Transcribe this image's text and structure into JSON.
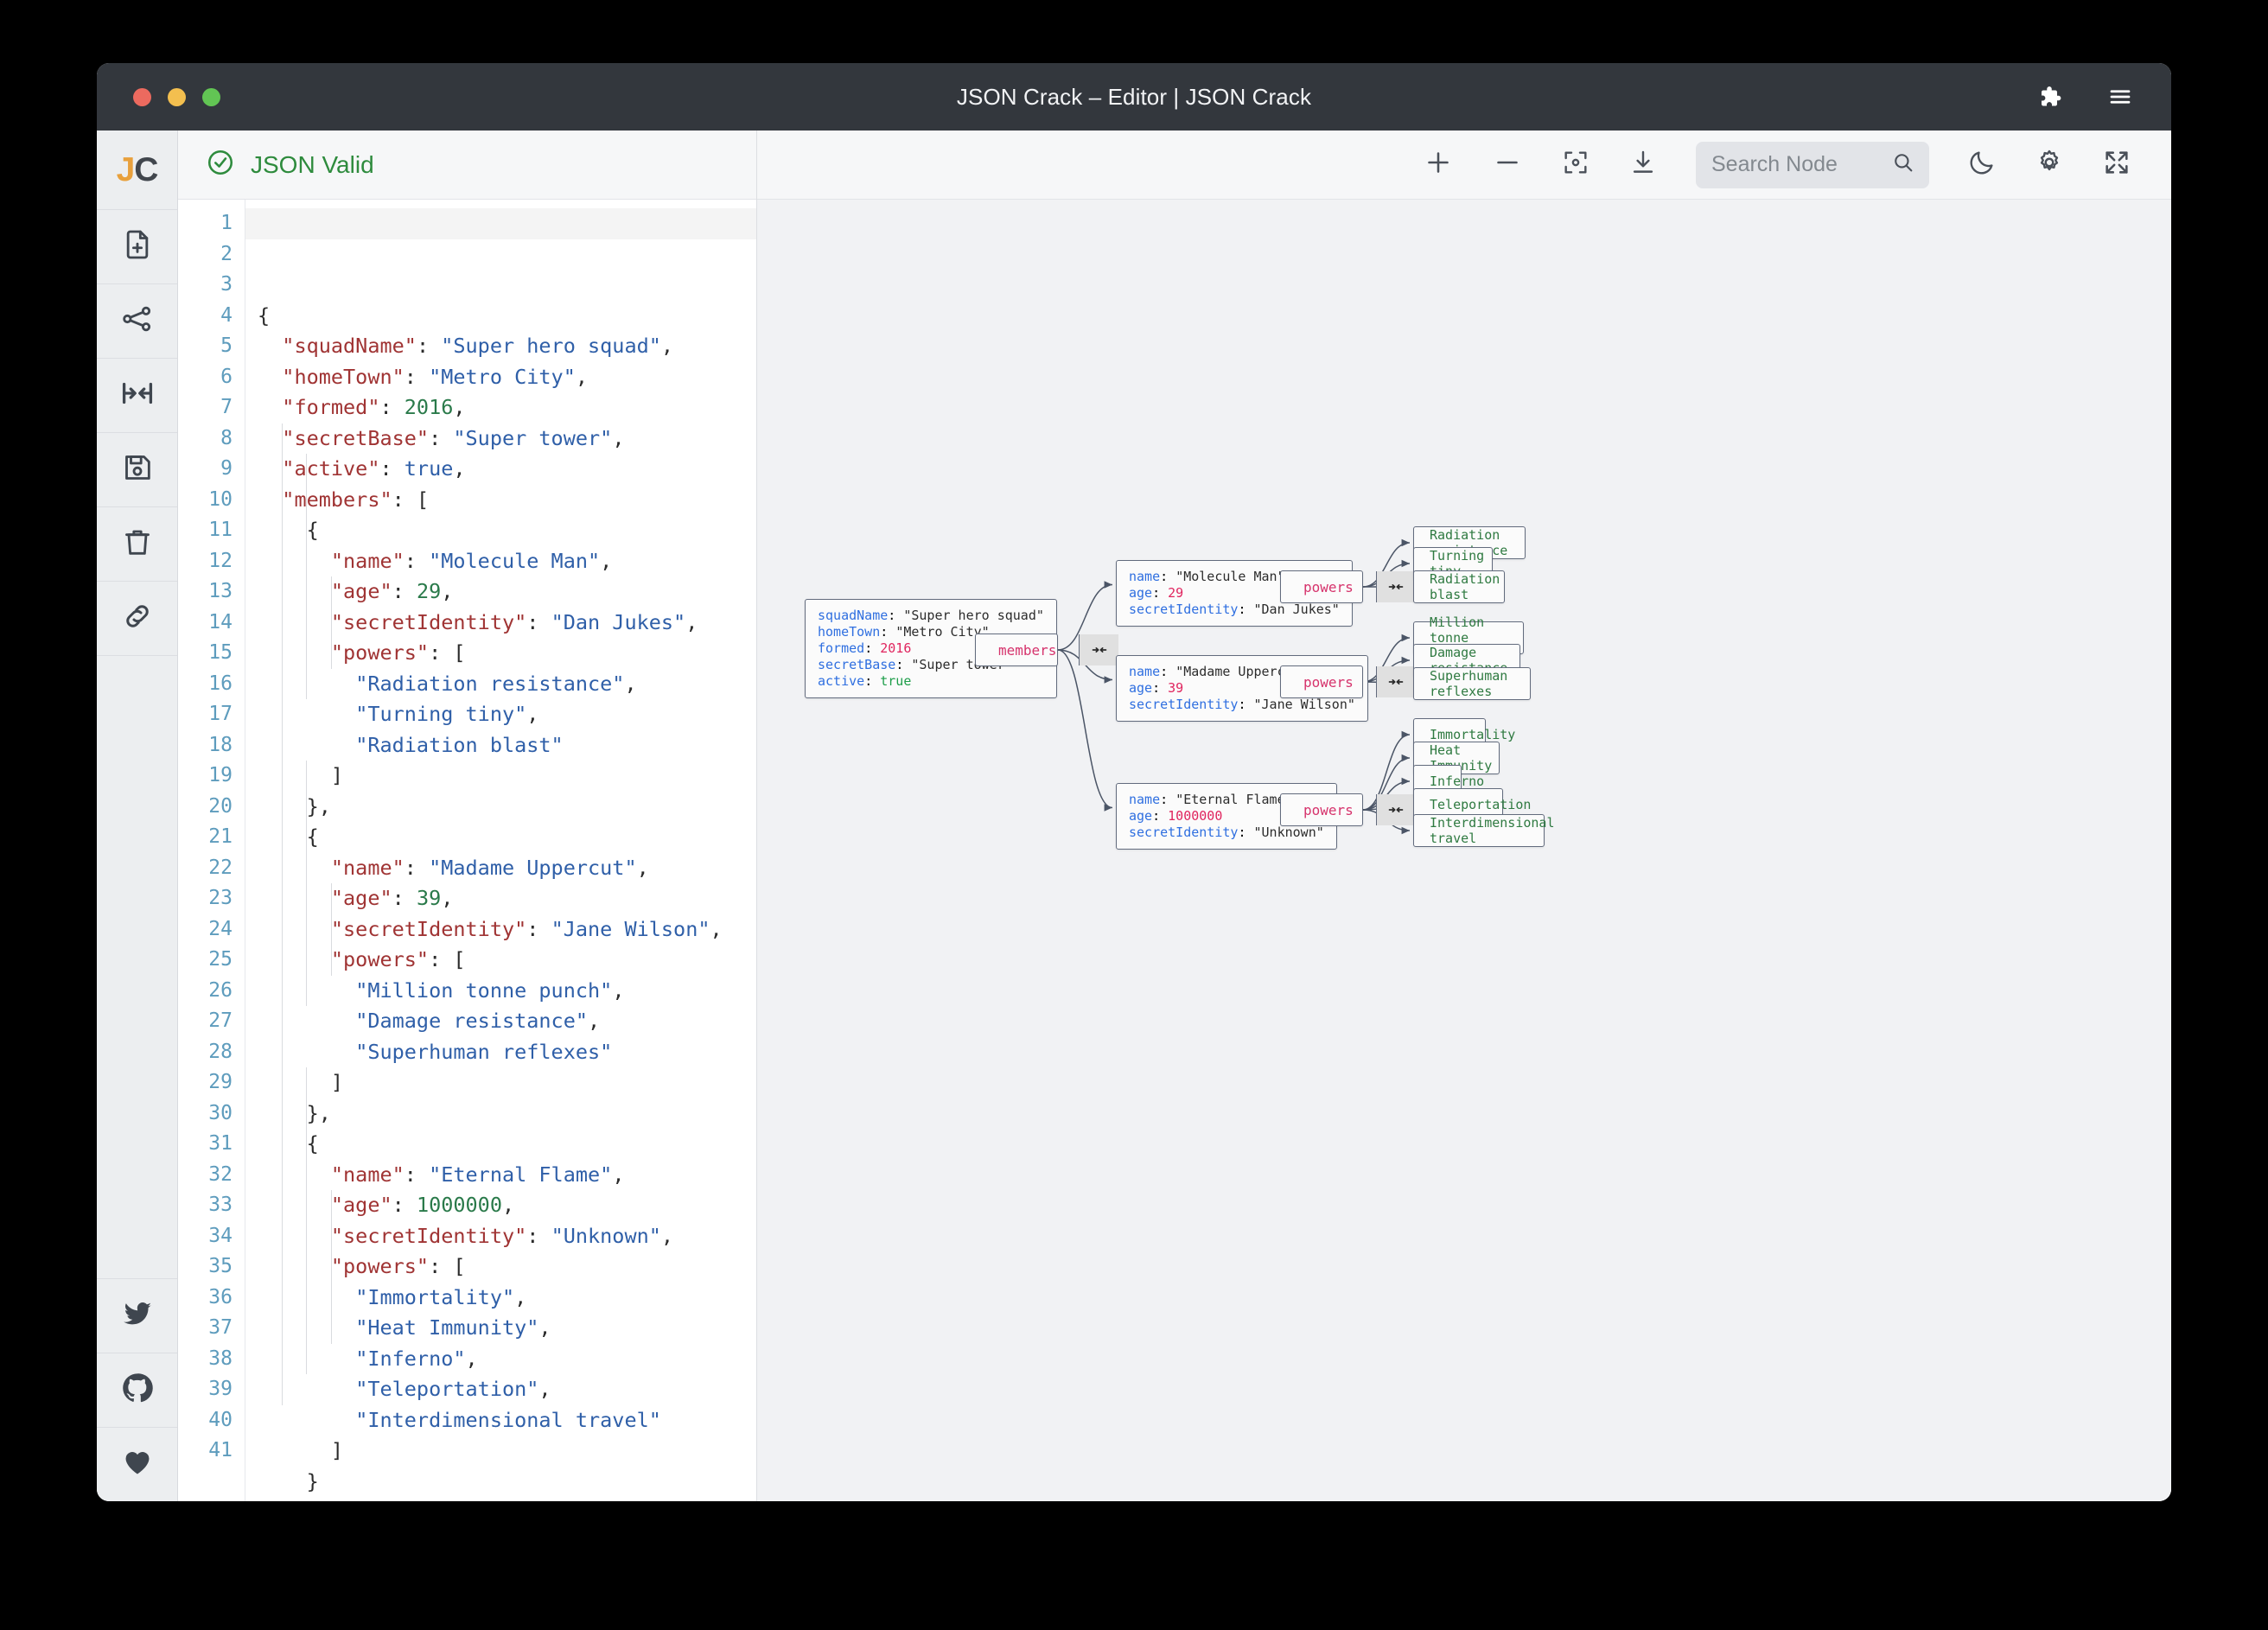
{
  "window": {
    "title": "JSON Crack – Editor | JSON Crack",
    "traffic_lights": [
      "close",
      "minimize",
      "maximize"
    ],
    "right_icons": [
      "puzzle-piece-icon",
      "hamburger-menu-icon"
    ]
  },
  "rail": {
    "logo_j": "J",
    "logo_c": "C",
    "items": [
      {
        "name": "new-file-icon",
        "label": "New file"
      },
      {
        "name": "share-graph-icon",
        "label": "Share"
      },
      {
        "name": "collapse-arrows-icon",
        "label": "Collapse"
      },
      {
        "name": "save-icon",
        "label": "Save"
      },
      {
        "name": "trash-icon",
        "label": "Delete"
      },
      {
        "name": "link-icon",
        "label": "Link"
      }
    ],
    "bottom_items": [
      {
        "name": "twitter-icon",
        "label": "Twitter"
      },
      {
        "name": "github-icon",
        "label": "GitHub"
      },
      {
        "name": "heart-icon",
        "label": "Sponsor"
      }
    ]
  },
  "editor": {
    "status_label": "JSON Valid",
    "status_icon": "check-circle-icon",
    "status_color": "#2e8b3d",
    "line_count": 41,
    "lines": [
      "1",
      "2",
      "3",
      "4",
      "5",
      "6",
      "7",
      "8",
      "9",
      "10",
      "11",
      "12",
      "13",
      "14",
      "15",
      "16",
      "17",
      "18",
      "19",
      "20",
      "21",
      "22",
      "23",
      "24",
      "25",
      "26",
      "27",
      "28",
      "29",
      "30",
      "31",
      "32",
      "33",
      "34",
      "35",
      "36",
      "37",
      "38",
      "39",
      "40",
      "41"
    ]
  },
  "json_document": {
    "squadName": "Super hero squad",
    "homeTown": "Metro City",
    "formed": 2016,
    "secretBase": "Super tower",
    "active": true,
    "members": [
      {
        "name": "Molecule Man",
        "age": 29,
        "secretIdentity": "Dan Jukes",
        "powers": [
          "Radiation resistance",
          "Turning tiny",
          "Radiation blast"
        ]
      },
      {
        "name": "Madame Uppercut",
        "age": 39,
        "secretIdentity": "Jane Wilson",
        "powers": [
          "Million tonne punch",
          "Damage resistance",
          "Superhuman reflexes"
        ]
      },
      {
        "name": "Eternal Flame",
        "age": 1000000,
        "secretIdentity": "Unknown",
        "powers": [
          "Immortality",
          "Heat Immunity",
          "Inferno",
          "Teleportation",
          "Interdimensional travel"
        ]
      }
    ]
  },
  "toolbar": {
    "zoom_in_icon": "plus-icon",
    "zoom_out_icon": "minus-icon",
    "center_icon": "focus-center-icon",
    "download_icon": "download-icon",
    "search_placeholder": "Search Node",
    "search_value": "",
    "search_icon": "search-icon",
    "theme_icon": "moon-icon",
    "settings_icon": "gear-icon",
    "fullscreen_icon": "fullscreen-icon"
  },
  "graph": {
    "root_node": {
      "rows": [
        {
          "key": "squadName",
          "value": "\"Super hero squad\"",
          "type": "string"
        },
        {
          "key": "homeTown",
          "value": "\"Metro City\"",
          "type": "string"
        },
        {
          "key": "formed",
          "value": "2016",
          "type": "number"
        },
        {
          "key": "secretBase",
          "value": "\"Super tower\"",
          "type": "string"
        },
        {
          "key": "active",
          "value": "true",
          "type": "boolean"
        }
      ]
    },
    "members_node": {
      "label": "members"
    },
    "member_nodes": [
      {
        "rows": [
          {
            "key": "name",
            "value": "\"Molecule Man\"",
            "type": "string"
          },
          {
            "key": "age",
            "value": "29",
            "type": "number"
          },
          {
            "key": "secretIdentity",
            "value": "\"Dan Jukes\"",
            "type": "string"
          }
        ],
        "powers_label": "powers",
        "powers": [
          "Radiation resistance",
          "Turning tiny",
          "Radiation blast"
        ]
      },
      {
        "rows": [
          {
            "key": "name",
            "value": "\"Madame Uppercut\"",
            "type": "string"
          },
          {
            "key": "age",
            "value": "39",
            "type": "number"
          },
          {
            "key": "secretIdentity",
            "value": "\"Jane Wilson\"",
            "type": "string"
          }
        ],
        "powers_label": "powers",
        "powers": [
          "Million tonne punch",
          "Damage resistance",
          "Superhuman reflexes"
        ]
      },
      {
        "rows": [
          {
            "key": "name",
            "value": "\"Eternal Flame\"",
            "type": "string"
          },
          {
            "key": "age",
            "value": "1000000",
            "type": "number"
          },
          {
            "key": "secretIdentity",
            "value": "\"Unknown\"",
            "type": "string"
          }
        ],
        "powers_label": "powers",
        "powers": [
          "Immortality",
          "Heat Immunity",
          "Inferno",
          "Teleportation",
          "Interdimensional travel"
        ]
      }
    ]
  },
  "colors": {
    "titlebar": "#33373d",
    "valid_green": "#2e8b3d",
    "node_key": "#2f6fe0",
    "node_number": "#e0245e",
    "node_bool": "#1e9e4a",
    "node_leaf_text": "#2f7a41",
    "parent_label": "#d6336c",
    "canvas_bg": "#f1f2f4"
  }
}
